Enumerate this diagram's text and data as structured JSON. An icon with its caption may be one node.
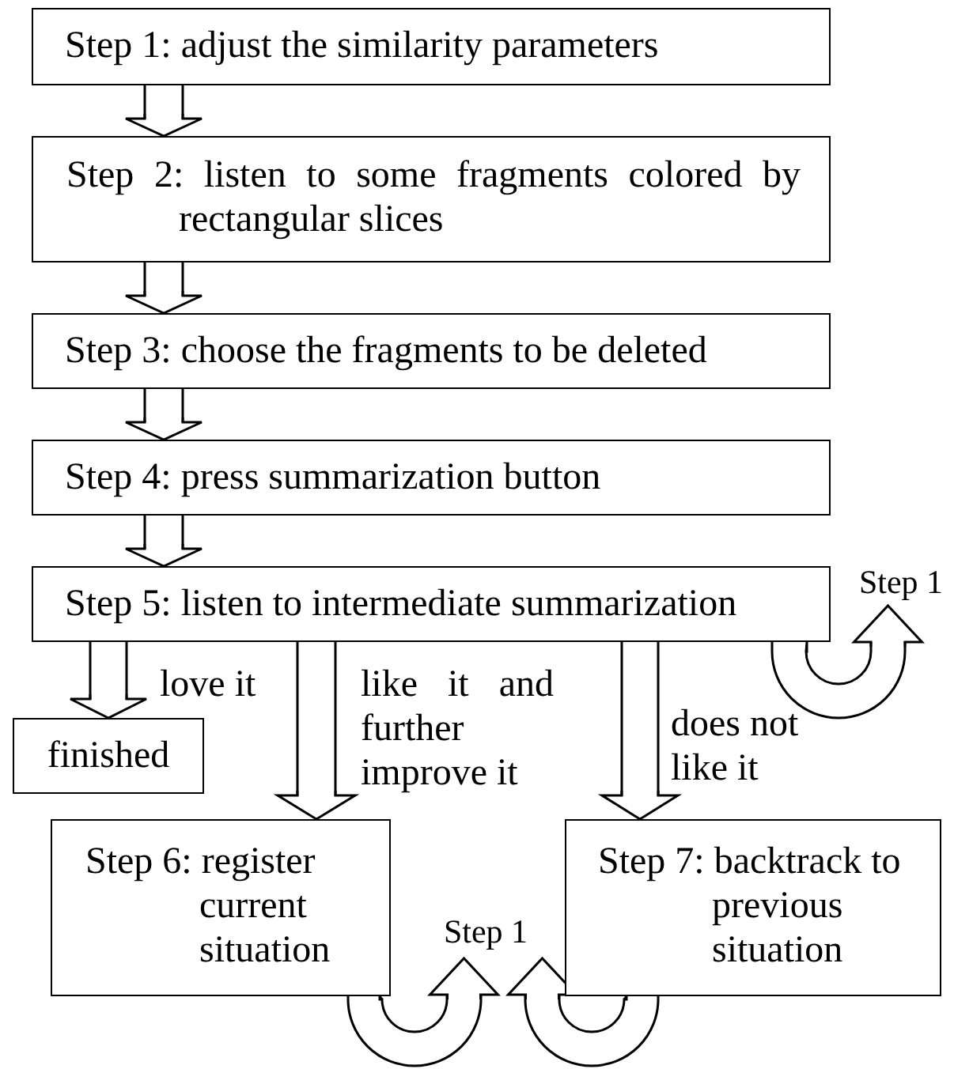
{
  "diagram": {
    "nodes": [
      {
        "text": [
          "Step 1: adjust the similarity parameters"
        ]
      },
      {
        "text": [
          "Step 2: listen to some fragments colored by rectangular slices"
        ]
      },
      {
        "text": [
          "Step 3: choose the fragments to be deleted"
        ]
      },
      {
        "text": [
          "Step 4: press summarization button"
        ]
      },
      {
        "text": [
          "Step 5: listen to intermediate summarization"
        ]
      },
      {
        "text": [
          "finished"
        ]
      },
      {
        "text": [
          "Step 6: register current situation"
        ]
      },
      {
        "text": [
          "Step 7: backtrack to previous situation"
        ]
      },
      {
        "text": [
          "Step 1"
        ]
      },
      {
        "text": [
          "Step 1"
        ]
      }
    ],
    "edges": [
      {
        "from": 0,
        "to": 1,
        "arrow": "to"
      },
      {
        "from": 1,
        "to": 2,
        "arrow": "to"
      },
      {
        "from": 2,
        "to": 3,
        "arrow": "to"
      },
      {
        "from": 3,
        "to": 4,
        "arrow": "to"
      },
      {
        "from": 4,
        "to": 5,
        "arrow": "to",
        "label": "love it"
      },
      {
        "from": 4,
        "to": 6,
        "arrow": "to",
        "label": "like it and further improve it"
      },
      {
        "from": 4,
        "to": 7,
        "arrow": "to",
        "label": "does not like it"
      },
      {
        "from": 4,
        "to": 8,
        "arrow": "to"
      },
      {
        "from": 6,
        "to": 9,
        "arrow": "to"
      },
      {
        "from": 7,
        "to": 9,
        "arrow": "to"
      }
    ]
  }
}
